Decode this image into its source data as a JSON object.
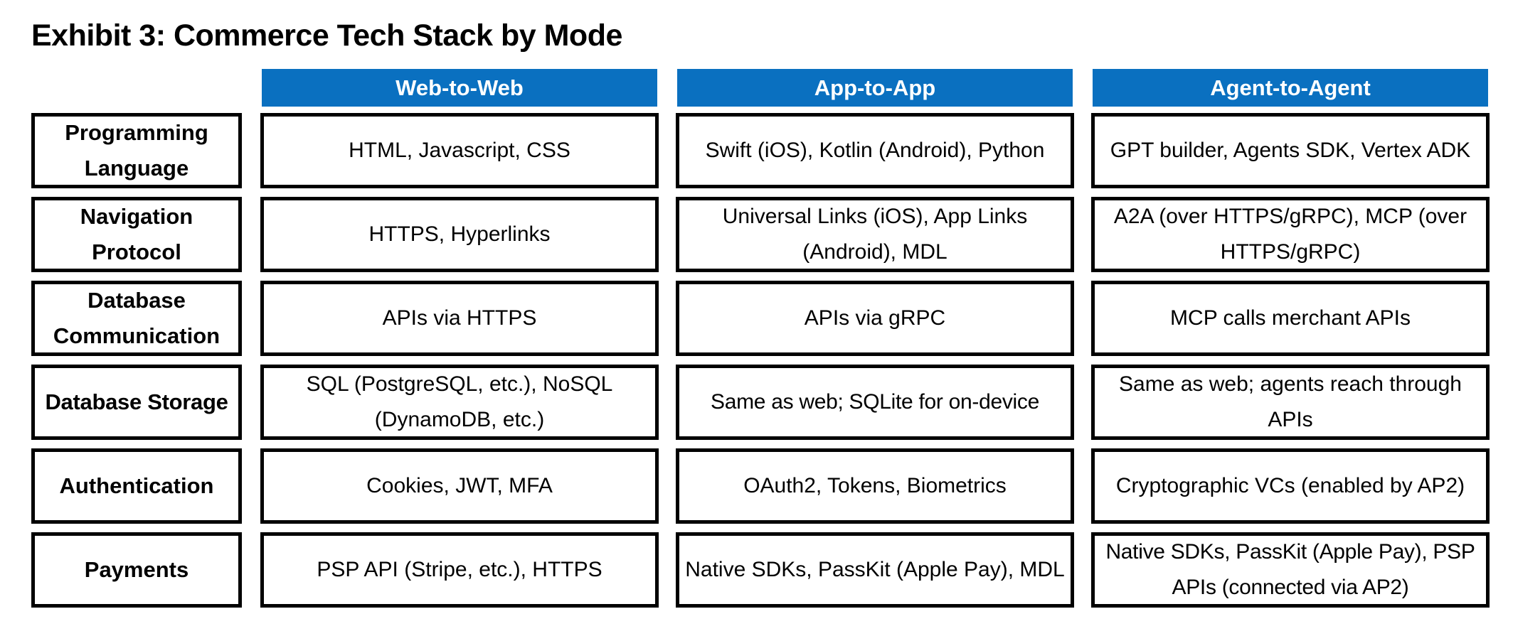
{
  "title": "Exhibit 3: Commerce Tech Stack by Mode",
  "columns": [
    "Web-to-Web",
    "App-to-App",
    "Agent-to-Agent"
  ],
  "rows": [
    {
      "label": "Programming Language",
      "cells": [
        "HTML, Javascript, CSS",
        "Swift (iOS), Kotlin (Android), Python",
        "GPT builder, Agents SDK, Vertex ADK"
      ]
    },
    {
      "label": "Navigation Protocol",
      "cells": [
        "HTTPS, Hyperlinks",
        "Universal Links (iOS), App Links (Android), MDL",
        "A2A (over HTTPS/gRPC), MCP (over HTTPS/gRPC)"
      ]
    },
    {
      "label": "Database Communication",
      "cells": [
        "APIs via HTTPS",
        "APIs via gRPC",
        "MCP calls merchant APIs"
      ]
    },
    {
      "label": "Database Storage",
      "cells": [
        "SQL (PostgreSQL, etc.), NoSQL (DynamoDB, etc.)",
        "Same as web; SQLite for on-device",
        "Same as web; agents reach through APIs"
      ]
    },
    {
      "label": "Authentication",
      "cells": [
        "Cookies, JWT, MFA",
        "OAuth2, Tokens, Biometrics",
        "Cryptographic VCs (enabled by AP2)"
      ]
    },
    {
      "label": "Payments",
      "cells": [
        "PSP API (Stripe, etc.), HTTPS",
        "Native SDKs, PassKit (Apple Pay), MDL",
        "Native SDKs, PassKit (Apple Pay), PSP APIs (connected via AP2)"
      ]
    }
  ]
}
